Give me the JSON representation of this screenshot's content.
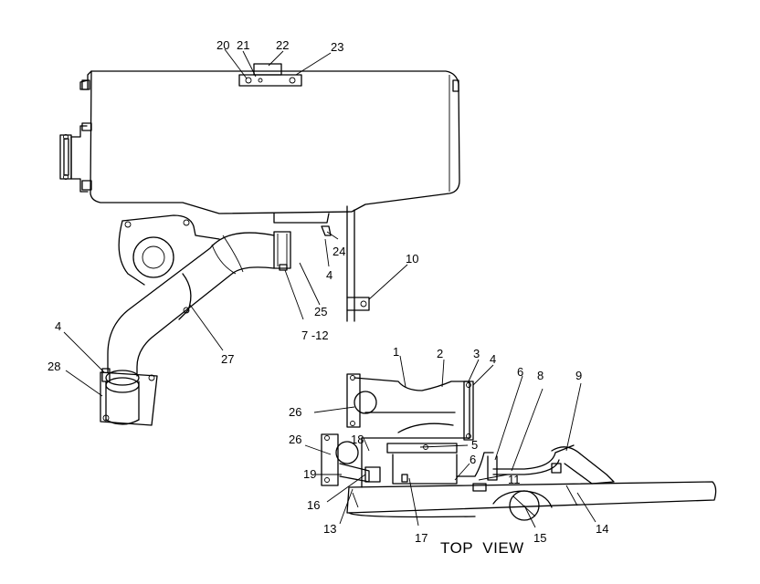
{
  "callouts": {
    "c20": "20",
    "c21": "21",
    "c22": "22",
    "c23": "23",
    "c24": "24",
    "c4a": "4",
    "c10": "10",
    "c25": "25",
    "c7_12": "7 -12",
    "c27": "27",
    "c4b": "4",
    "c28": "28",
    "c1": "1",
    "c2": "2",
    "c3": "3",
    "c4c": "4",
    "c6a": "6",
    "c8": "8",
    "c9": "9",
    "c26a": "26",
    "c26b": "26",
    "c18": "18",
    "c5": "5",
    "c19": "19",
    "c6b": "6",
    "c11": "11",
    "c16": "16",
    "c13": "13",
    "c17": "17",
    "c15": "15",
    "c14": "14"
  },
  "caption": "TOP  VIEW"
}
